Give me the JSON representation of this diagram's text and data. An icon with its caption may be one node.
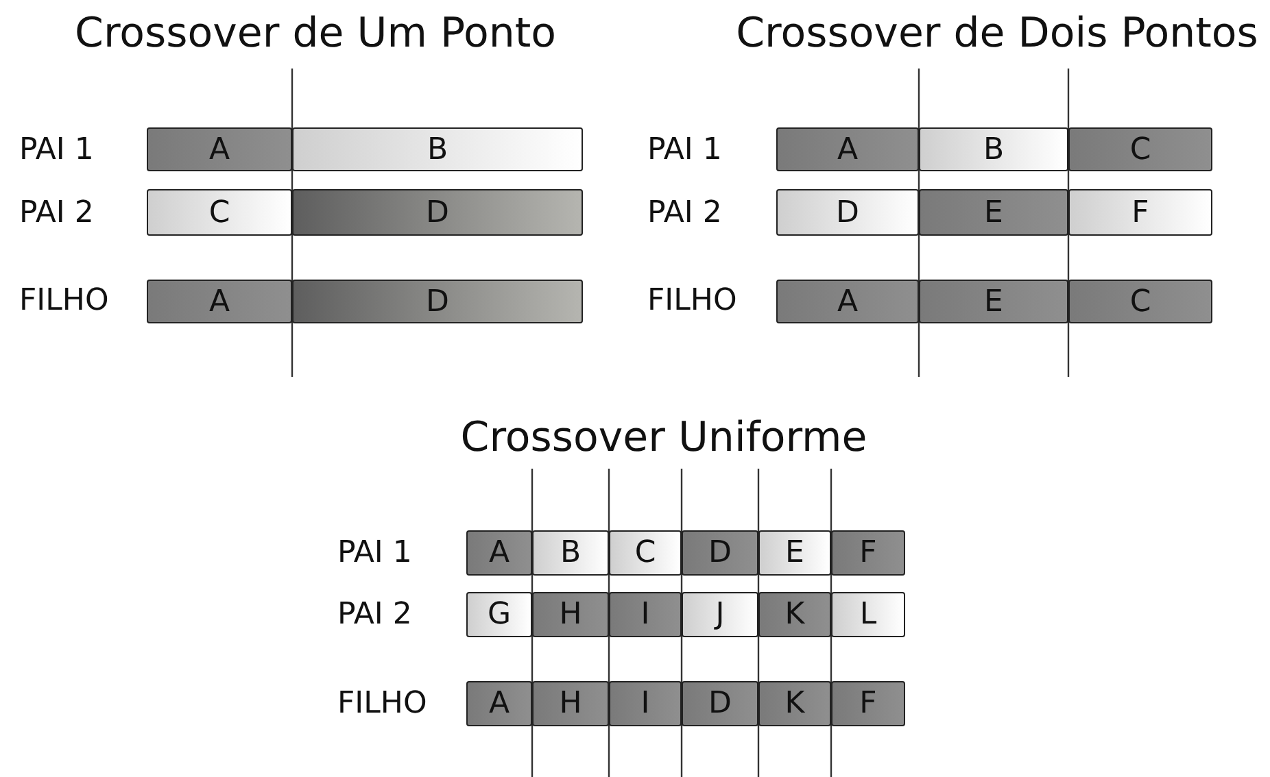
{
  "diagram": {
    "nodes": [
      {
        "text": [
          "A"
        ]
      },
      {
        "text": [
          "B"
        ]
      },
      {
        "text": [
          "C"
        ]
      },
      {
        "text": [
          "D"
        ]
      },
      {
        "text": [
          "A"
        ]
      },
      {
        "text": [
          "D"
        ]
      },
      {
        "text": [
          "A"
        ]
      },
      {
        "text": [
          "B"
        ]
      },
      {
        "text": [
          "C"
        ]
      },
      {
        "text": [
          "D"
        ]
      },
      {
        "text": [
          "E"
        ]
      },
      {
        "text": [
          "F"
        ]
      },
      {
        "text": [
          "A"
        ]
      },
      {
        "text": [
          "E"
        ]
      },
      {
        "text": [
          "C"
        ]
      },
      {
        "text": [
          "A"
        ]
      },
      {
        "text": [
          "B"
        ]
      },
      {
        "text": [
          "C"
        ]
      },
      {
        "text": [
          "D"
        ]
      },
      {
        "text": [
          "E"
        ]
      },
      {
        "text": [
          "F"
        ]
      },
      {
        "text": [
          "G"
        ]
      },
      {
        "text": [
          "H"
        ]
      },
      {
        "text": [
          "I"
        ]
      },
      {
        "text": [
          "J"
        ]
      },
      {
        "text": [
          "K"
        ]
      },
      {
        "text": [
          "L"
        ]
      },
      {
        "text": [
          "A"
        ]
      },
      {
        "text": [
          "H"
        ]
      },
      {
        "text": [
          "I"
        ]
      },
      {
        "text": [
          "D"
        ]
      },
      {
        "text": [
          "K"
        ]
      },
      {
        "text": [
          "F"
        ]
      }
    ],
    "edges": [],
    "labels": [
      "Crossover de Um Ponto",
      "Crossover de Dois Pontos",
      "PAI 1",
      "PAI 1",
      "PAI 2",
      "PAI 2",
      "FILHO",
      "FILHO",
      "Crossover Uniforme",
      "PAI 1",
      "PAI 2",
      "FILHO"
    ]
  }
}
